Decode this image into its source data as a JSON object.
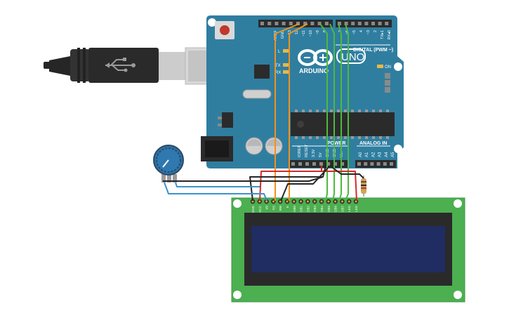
{
  "arduino": {
    "brand": "ARDUINO",
    "model": "UNO",
    "digital_label": "DIGITAL (PWM ~)",
    "power_label": "POWER",
    "analog_label": "ANALOG IN",
    "on_label": "ON",
    "led_labels": [
      "L",
      "TX",
      "RX"
    ],
    "top_pin_labels": [
      "AREF",
      "GND",
      "13",
      "12",
      "~11",
      "~10",
      "~9",
      "8",
      "7",
      "~6",
      "~5",
      "4",
      "~3",
      "2",
      "TX▸1",
      "RX◂0"
    ],
    "power_pin_labels": [
      "IOREF",
      "RESET",
      "3.3V",
      "5V",
      "GND",
      "GND",
      "Vin"
    ],
    "analog_pin_labels": [
      "A0",
      "A1",
      "A2",
      "A3",
      "A4",
      "A5"
    ]
  },
  "lcd": {
    "pin_labels": [
      "GND",
      "VCC",
      "V0",
      "RS",
      "RW",
      "E",
      "DB0",
      "DB1",
      "DB2",
      "DB3",
      "DB4",
      "DB5",
      "DB6",
      "DB7",
      "LED",
      "LED"
    ]
  },
  "colors": {
    "board": "#2f7ea0",
    "lcd_pcb": "#4caf50",
    "lcd_screen": "#1f2d63",
    "wire_green": "#4cbb3c",
    "wire_orange": "#f0921d",
    "wire_red": "#d42b2b",
    "wire_black": "#262626",
    "wire_blue": "#3a94cc"
  }
}
